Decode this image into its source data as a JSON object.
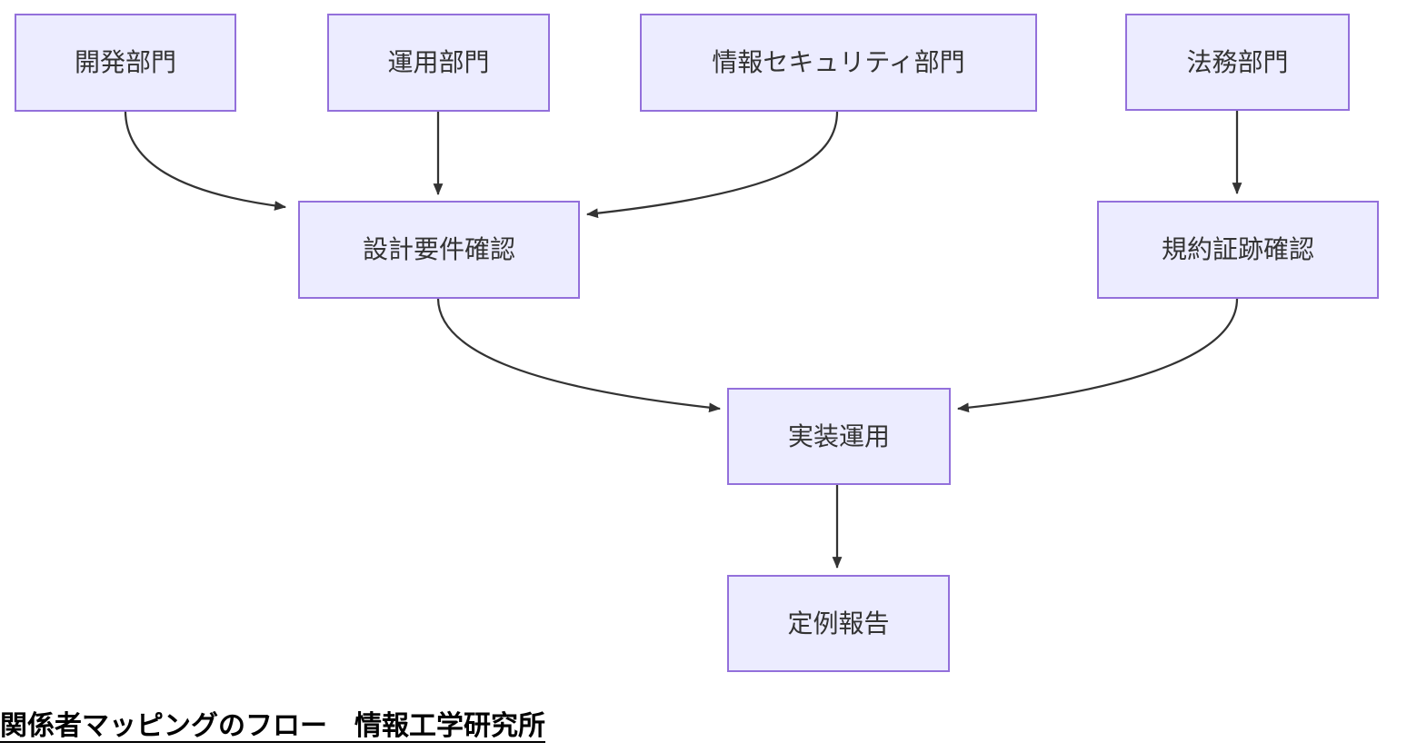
{
  "diagram": {
    "type": "flowchart",
    "nodes": [
      {
        "id": "dev",
        "label": "開発部門"
      },
      {
        "id": "ops",
        "label": "運用部門"
      },
      {
        "id": "sec",
        "label": "情報セキュリティ部門"
      },
      {
        "id": "legal",
        "label": "法務部門"
      },
      {
        "id": "design",
        "label": "設計要件確認"
      },
      {
        "id": "evidence",
        "label": "規約証跡確認"
      },
      {
        "id": "impl",
        "label": "実装運用"
      },
      {
        "id": "report",
        "label": "定例報告"
      }
    ],
    "edges": [
      {
        "from": "開発部門",
        "to": "設計要件確認"
      },
      {
        "from": "運用部門",
        "to": "設計要件確認"
      },
      {
        "from": "情報セキュリティ部門",
        "to": "設計要件確認"
      },
      {
        "from": "法務部門",
        "to": "規約証跡確認"
      },
      {
        "from": "設計要件確認",
        "to": "実装運用"
      },
      {
        "from": "規約証跡確認",
        "to": "実装運用"
      },
      {
        "from": "実装運用",
        "to": "定例報告"
      }
    ],
    "caption": {
      "text": "関係者マッピングのフロー　情報工学研究所"
    },
    "colors": {
      "node_fill": "#ECECFF",
      "node_border": "#9370DB",
      "edge": "#333333",
      "node_text": "#333333",
      "caption_text": "#000000"
    }
  }
}
